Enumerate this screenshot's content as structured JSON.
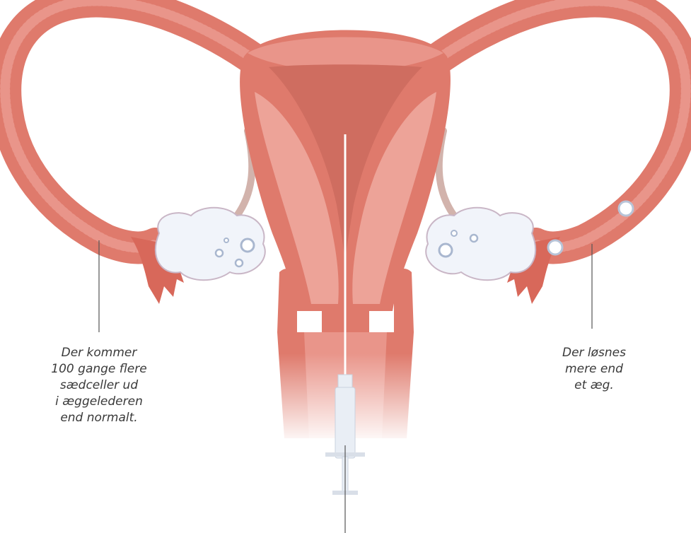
{
  "callouts": {
    "left": {
      "lines": [
        "Der kommer",
        "100 gange flere",
        "sædceller ud",
        "i æggelederen",
        "end normalt."
      ]
    },
    "right": {
      "lines": [
        "Der løsnes",
        "mere end",
        "et æg."
      ]
    }
  },
  "colors": {
    "tissue": "#df7a6c",
    "tissue_dark": "#c9574b",
    "tissue_light": "#eea79c",
    "ligament": "#d2b3ac",
    "ovary": "#f1f4fa",
    "syringe": "#e9eef5",
    "background": "#ffffff"
  }
}
